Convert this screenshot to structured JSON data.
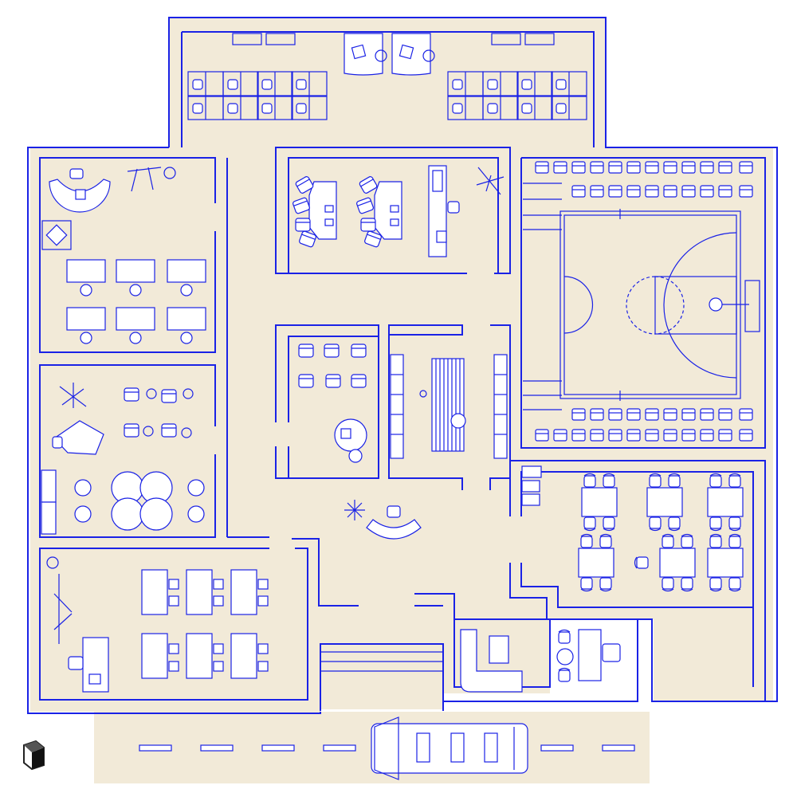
{
  "plan": {
    "rooms": [
      {
        "id": "open-office-north"
      },
      {
        "id": "meeting-room"
      },
      {
        "id": "gymnasium"
      },
      {
        "id": "classroom-northwest"
      },
      {
        "id": "lounge-west"
      },
      {
        "id": "lobby"
      },
      {
        "id": "waiting-room"
      },
      {
        "id": "corridor-display"
      },
      {
        "id": "cafeteria"
      },
      {
        "id": "classroom-southwest"
      },
      {
        "id": "reception-office"
      },
      {
        "id": "entrance"
      },
      {
        "id": "road"
      }
    ],
    "vehicle": "school-bus",
    "compass_icon": "isometric-cube-icon",
    "colors": {
      "floor": "#f2ead8",
      "lines": "#1a22e6",
      "background": "#ffffff"
    }
  }
}
